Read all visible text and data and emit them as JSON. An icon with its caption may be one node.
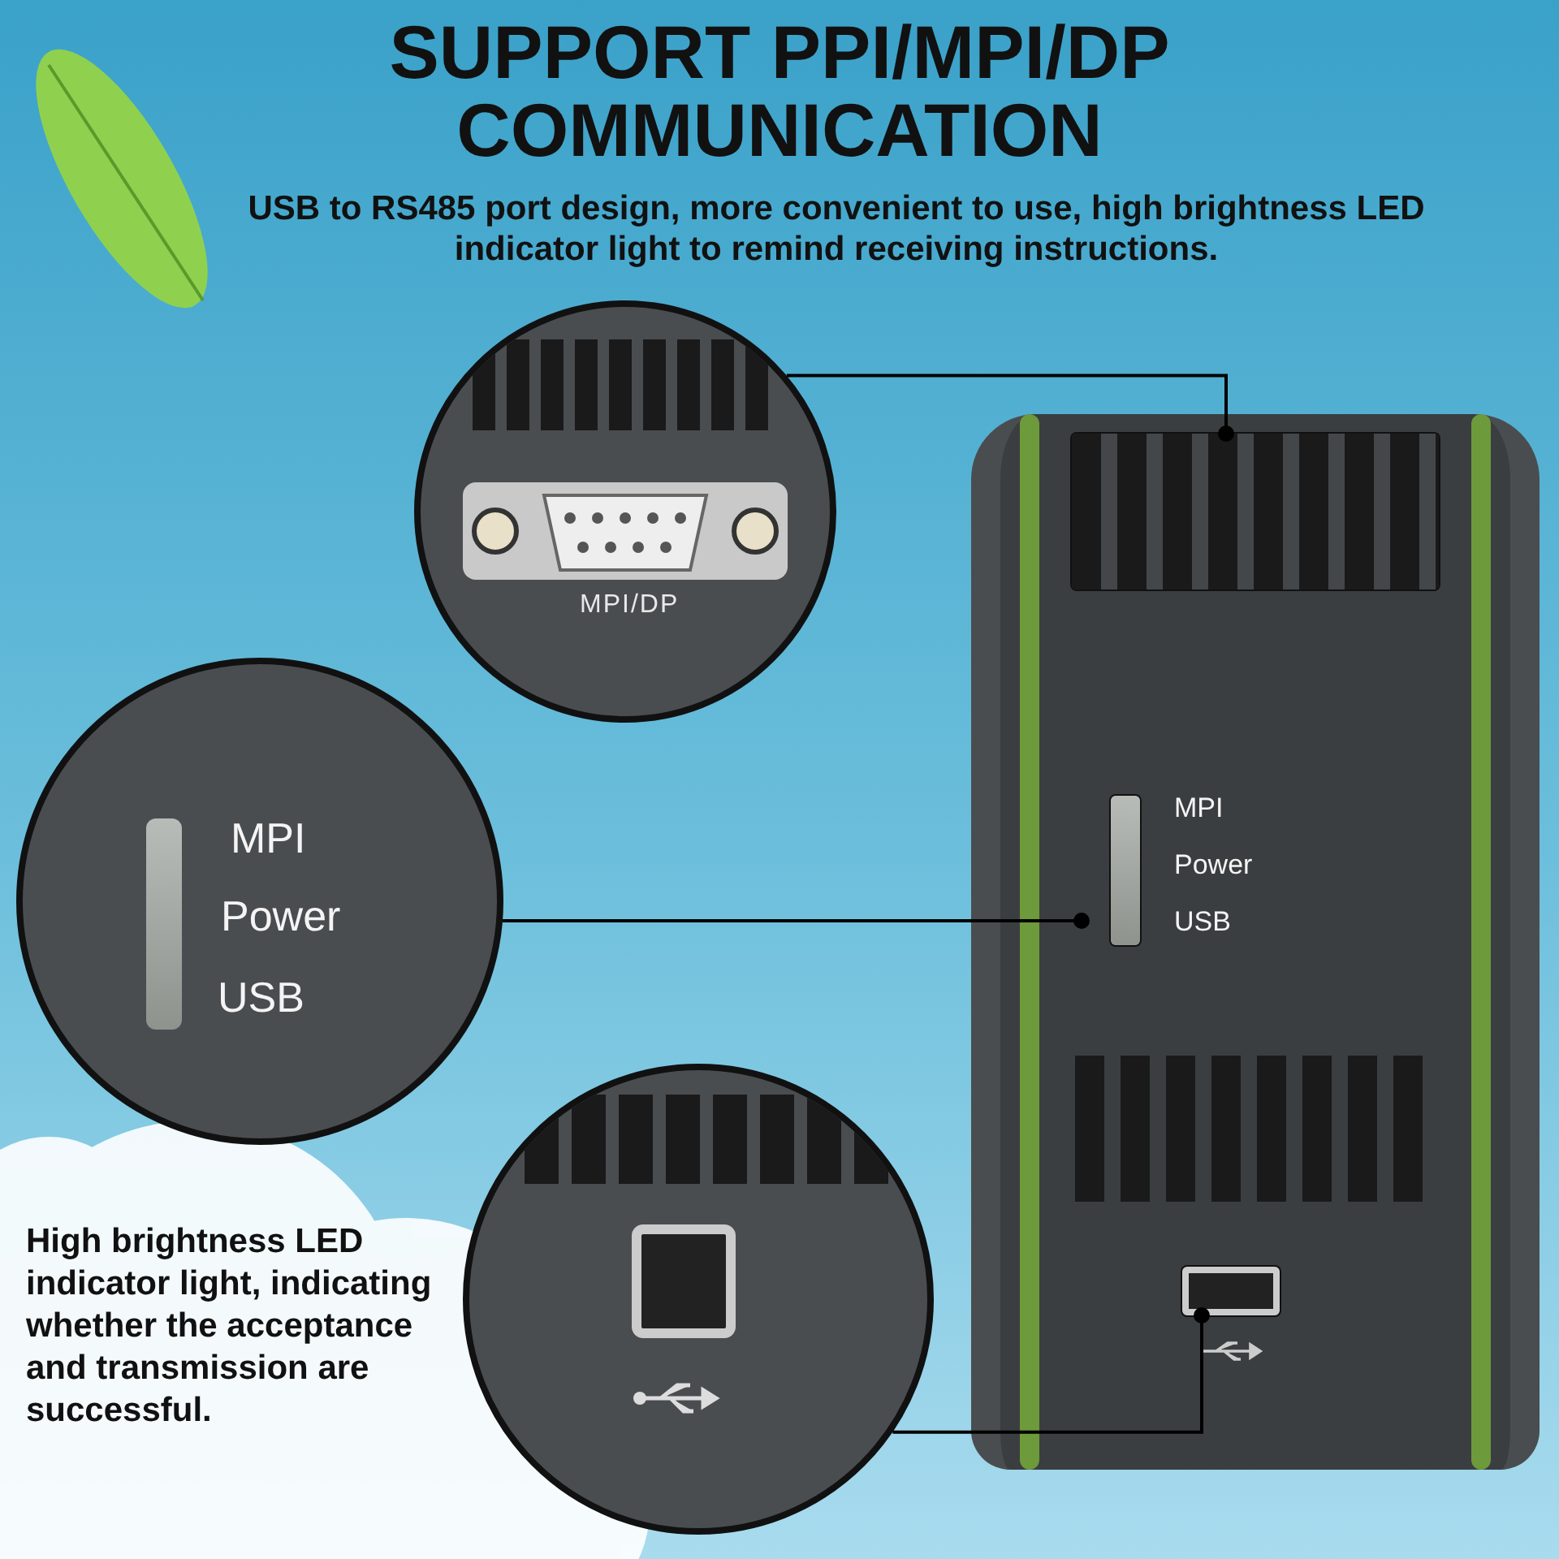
{
  "diagram": {
    "title": "SUPPORT PPI/MPI/DP COMMUNICATION",
    "nodes": [
      {
        "text": [
          "MPI/DP"
        ]
      },
      {
        "text": [
          "MPI",
          "Power",
          "USB"
        ]
      },
      {
        "text": [],
        "shape": "circle"
      },
      {
        "text": [
          "MPI",
          "Power",
          "USB"
        ]
      },
      {
        "text": [],
        "shape": "box",
        "in": 3
      },
      {
        "text": [],
        "shape": "box",
        "in": 3
      },
      {
        "text": [],
        "shape": "box",
        "in": 3
      }
    ],
    "edges": [
      {
        "from": 0,
        "to": 4,
        "arrow": "other"
      },
      {
        "from": 1,
        "to": 5,
        "arrow": "other"
      },
      {
        "from": 2,
        "to": 6,
        "arrow": "other"
      }
    ],
    "labels": [
      "USB to RS485 port design, more convenient to use, high brightness LED indicator light to remind receiving instructions.",
      "High brightness LED indicator light, indicating whether the acceptance and transmission are successful."
    ]
  }
}
